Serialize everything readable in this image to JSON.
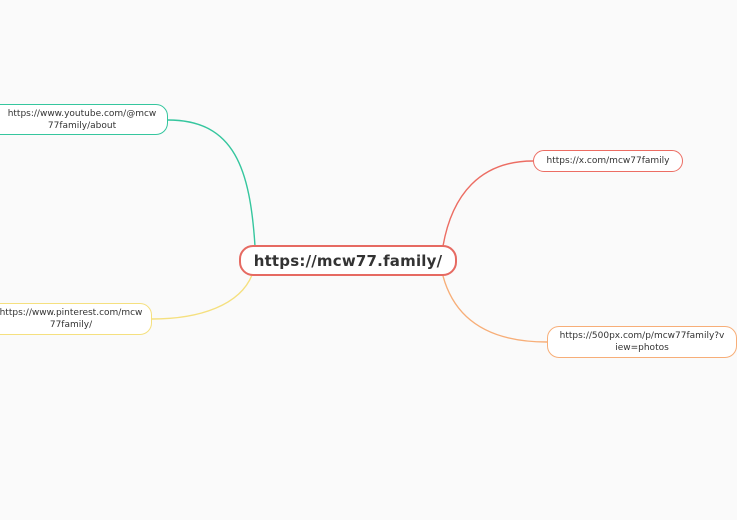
{
  "central": {
    "label": "https://mcw77.family/",
    "border_color": "#e66a62"
  },
  "branches": {
    "youtube": {
      "label": "https://www.youtube.com/@mcw77family/about",
      "color": "#35c69e"
    },
    "pinterest": {
      "label": "https://www.pinterest.com/mcw77family/",
      "color": "#f5e07f"
    },
    "x": {
      "label": "https://x.com/mcw77family",
      "color": "#ec6d63"
    },
    "px500": {
      "label": "https://500px.com/p/mcw77family?view=photos",
      "color": "#f7ae78"
    }
  }
}
